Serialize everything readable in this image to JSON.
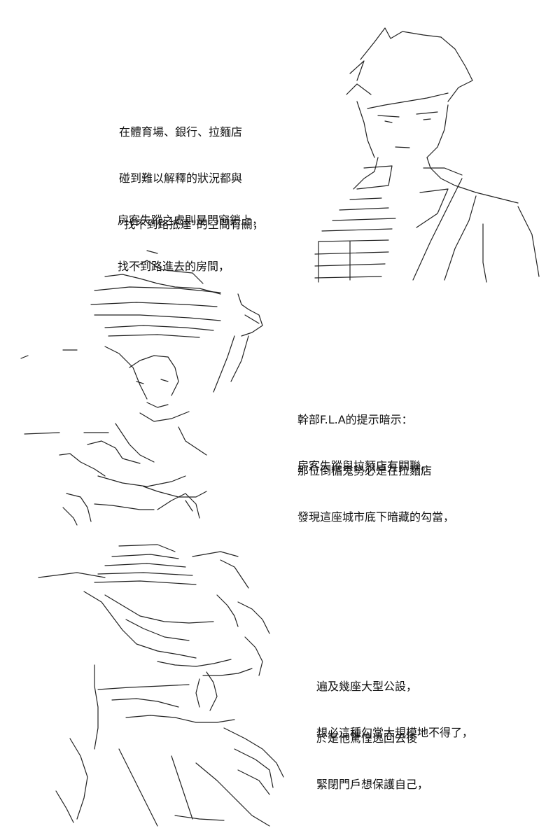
{
  "panels": [
    {
      "lines": [
        "在體育場、銀行、拉麵店",
        "碰到難以解釋的狀況都與",
        "\"找不到路抵達\"的空間有關，"
      ]
    },
    {
      "lines": [
        "房客失蹤之處則是門窗鎖上，",
        "找不到路進去的房間，"
      ]
    },
    {
      "lines": [
        "幹部F.L.A的提示暗示：",
        "房客失蹤與拉麵店有關聯。"
      ]
    },
    {
      "lines": [
        "那位倒楣鬼勢必是在拉麵店",
        "發現這座城市底下暗藏的勾當，"
      ]
    },
    {
      "lines": [
        "遍及幾座大型公設，",
        "想必這種勾當大規模地不得了，"
      ]
    },
    {
      "lines": [
        "於是他驚惶逃回去後",
        "緊閉門戶想保護自己，"
      ]
    }
  ]
}
